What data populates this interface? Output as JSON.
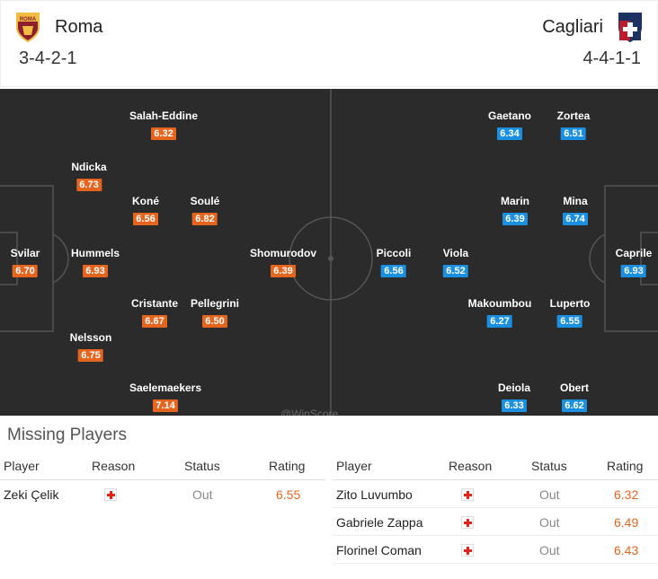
{
  "home": {
    "name": "Roma",
    "formation": "3-4-2-1",
    "crest_icon": "roma-crest-icon",
    "colors": {
      "primary": "#8e1f2f",
      "secondary": "#f0bc42"
    }
  },
  "away": {
    "name": "Cagliari",
    "formation": "4-4-1-1",
    "crest_icon": "cagliari-crest-icon",
    "colors": {
      "primary": "#1d3261",
      "secondary": "#b81e2d"
    }
  },
  "rating_colors": {
    "home": "#e5651f",
    "away": "#1b8fe0"
  },
  "pitch": {
    "background": "#2b2b2b",
    "watermark": "@WinScore",
    "home_players": [
      {
        "name": "Svilar",
        "rating": "6.70"
      },
      {
        "name": "Ndicka",
        "rating": "6.73"
      },
      {
        "name": "Hummels",
        "rating": "6.93"
      },
      {
        "name": "Nelsson",
        "rating": "6.75"
      },
      {
        "name": "Salah-Eddine",
        "rating": "6.32"
      },
      {
        "name": "Koné",
        "rating": "6.56"
      },
      {
        "name": "Cristante",
        "rating": "6.67"
      },
      {
        "name": "Saelemaekers",
        "rating": "7.14"
      },
      {
        "name": "Soulé",
        "rating": "6.82"
      },
      {
        "name": "Pellegrini",
        "rating": "6.50"
      },
      {
        "name": "Shomurodov",
        "rating": "6.39"
      }
    ],
    "away_players": [
      {
        "name": "Caprile",
        "rating": "6.93"
      },
      {
        "name": "Zortea",
        "rating": "6.51"
      },
      {
        "name": "Mina",
        "rating": "6.74"
      },
      {
        "name": "Luperto",
        "rating": "6.55"
      },
      {
        "name": "Obert",
        "rating": "6.62"
      },
      {
        "name": "Gaetano",
        "rating": "6.34"
      },
      {
        "name": "Marin",
        "rating": "6.39"
      },
      {
        "name": "Makoumbou",
        "rating": "6.27"
      },
      {
        "name": "Deiola",
        "rating": "6.33"
      },
      {
        "name": "Viola",
        "rating": "6.52"
      },
      {
        "name": "Piccoli",
        "rating": "6.56"
      }
    ]
  },
  "missing": {
    "title": "Missing Players",
    "headers": {
      "player": "Player",
      "reason": "Reason",
      "status": "Status",
      "rating": "Rating"
    },
    "reason_icon": "red-cross-injury-icon",
    "home": [
      {
        "player": "Zeki Çelik",
        "status": "Out",
        "rating": "6.55"
      }
    ],
    "away": [
      {
        "player": "Zito Luvumbo",
        "status": "Out",
        "rating": "6.32"
      },
      {
        "player": "Gabriele Zappa",
        "status": "Out",
        "rating": "6.49"
      },
      {
        "player": "Florinel Coman",
        "status": "Out",
        "rating": "6.43"
      }
    ]
  }
}
